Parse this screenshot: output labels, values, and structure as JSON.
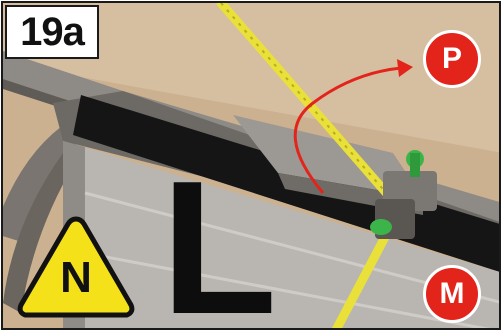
{
  "step_label": "19a",
  "badges": {
    "top": "P",
    "bottom": "M"
  },
  "letter": "L",
  "warning_letter": "N",
  "colors": {
    "badge": "#e3241b",
    "warning_fill": "#f4e11a",
    "rope": "#e9e13a",
    "clip": "#3bb54a",
    "arrow": "#e3241b"
  }
}
